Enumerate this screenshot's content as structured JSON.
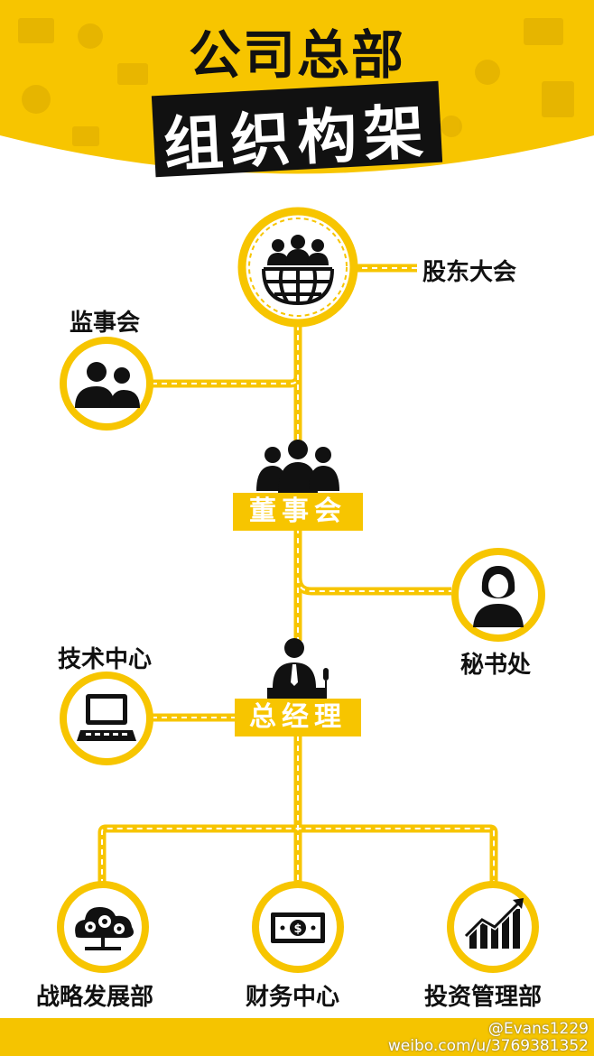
{
  "header": {
    "title_line1": "公司总部",
    "title_line2": "组织构架"
  },
  "nodes": {
    "shareholders": "股东大会",
    "supervisors": "监事会",
    "board": "董事会",
    "secretary": "秘书处",
    "tech_center": "技术中心",
    "general_manager": "总经理",
    "strategy": "战略发展部",
    "finance": "财务中心",
    "investment": "投资管理部"
  },
  "watermark": {
    "handle": "@Evans1229",
    "url": "weibo.com/u/3769381352"
  },
  "colors": {
    "accent": "#f7c500",
    "text": "#111111",
    "connector_dash": "#ffffff"
  },
  "icons": {
    "shareholders": "people-globe-icon",
    "supervisors": "two-people-icon",
    "board": "group-icon",
    "secretary": "woman-icon",
    "tech_center": "computer-icon",
    "general_manager": "speaker-podium-icon",
    "strategy": "cloud-gears-icon",
    "finance": "money-icon",
    "investment": "growth-chart-icon"
  }
}
